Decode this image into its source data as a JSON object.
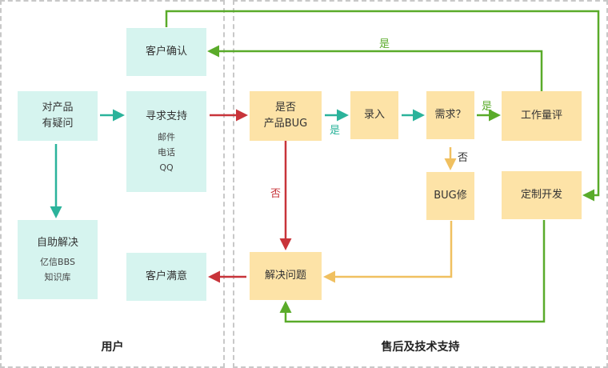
{
  "lanes": {
    "user": "用户",
    "support": "售后及技术支持"
  },
  "nodes": {
    "has_problem": [
      "对产品",
      "有疑问"
    ],
    "self_help": {
      "title": "自助解决",
      "subs": [
        "亿信BBS",
        "知识库"
      ]
    },
    "seek_support": {
      "title": "寻求支持",
      "subs": [
        "邮件",
        "电话",
        "QQ"
      ]
    },
    "customer_confirm": "客户确认",
    "customer_satisfied": "客户满意",
    "is_bug": [
      "是否",
      "产品BUG"
    ],
    "record": "录入",
    "requirement": "需求？",
    "workload": "工作量评",
    "bug_fix": "BUG修",
    "custom_dev": "定制开发",
    "solve": "解决问题"
  },
  "edge_labels": {
    "is_bug_yes": "是",
    "is_bug_no": "否",
    "req_yes": "是",
    "req_no": "否",
    "confirm_yes": "是"
  },
  "colors": {
    "teal": "#2bb39b",
    "red": "#c8343a",
    "green": "#5aab2a",
    "amber": "#f0c060",
    "mint_fill": "#d6f4ef",
    "peach_fill": "#fde3a7"
  }
}
